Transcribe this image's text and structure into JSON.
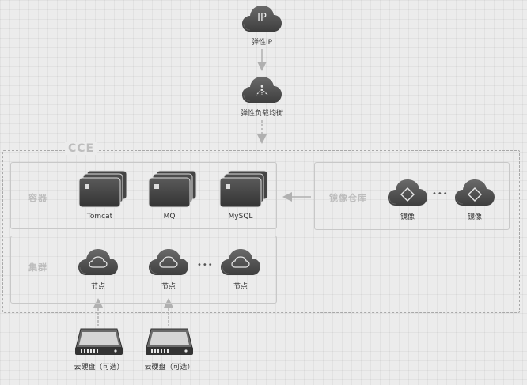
{
  "diagram": {
    "top": {
      "elastic_ip": {
        "icon_text": "IP",
        "label": "弹性IP"
      },
      "load_balancer": {
        "label": "弹性负载均衡"
      }
    },
    "cce": {
      "title": "CCE",
      "containers": {
        "title": "容器",
        "items": [
          {
            "label": "Tomcat"
          },
          {
            "label": "MQ"
          },
          {
            "label": "MySQL"
          }
        ]
      },
      "cluster": {
        "title": "集群",
        "nodes": [
          {
            "label": "节点"
          },
          {
            "label": "节点"
          },
          {
            "label": "节点"
          }
        ],
        "ellipsis": "•••"
      }
    },
    "registry": {
      "title": "镜像仓库",
      "images": [
        {
          "label": "镜像"
        },
        {
          "label": "镜像"
        }
      ],
      "ellipsis": "•••"
    },
    "disks": [
      {
        "label": "云硬盘（可选）"
      },
      {
        "label": "云硬盘（可选）"
      }
    ]
  },
  "colors": {
    "cloud_fill": "#5c5c5c",
    "stack_fill": "#4a4a4a",
    "arrow": "#b0b0b0",
    "section_title": "#bdbdbd"
  }
}
